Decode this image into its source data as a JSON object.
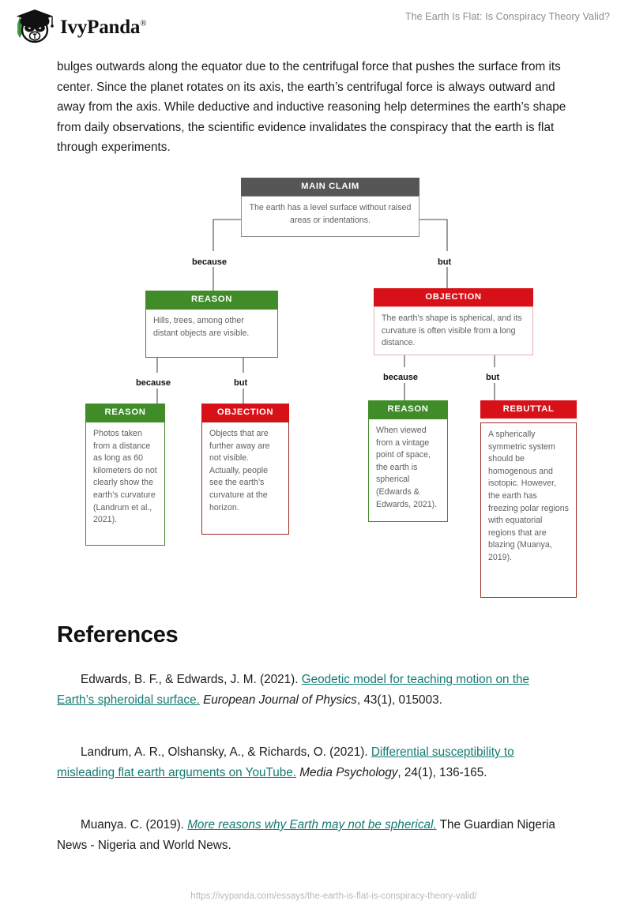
{
  "header": {
    "brand": "IvyPanda",
    "brand_mark": "®",
    "logo_icon": "panda-graduate-logo",
    "title": "The Earth Is Flat: Is Conspiracy Theory Valid?"
  },
  "main": {
    "paragraph": "bulges outwards along the equator due to the centrifugal force that pushes the surface from its center. Since the planet rotates on its axis, the earth’s centrifugal force is always outward and away from the axis. While deductive and inductive reasoning help determines the earth’s shape from daily observations, the scientific evidence invalidates the conspiracy that the earth is flat through experiments."
  },
  "diagram": {
    "nodes": {
      "main_claim": {
        "head": "MAIN CLAIM",
        "body": "The earth has a level surface without raised areas or indentations."
      },
      "reason_left": {
        "head": "REASON",
        "body": "Hills, trees, among other distant objects are visible."
      },
      "objection_right": {
        "head": "OBJECTION",
        "body": "The earth’s shape is spherical, and its curvature is often visible from a long distance."
      },
      "reason_l1": {
        "head": "REASON",
        "body": "Photos taken from a distance as long as 60 kilometers do not clearly show the earth’s curvature (Landrum et al., 2021)."
      },
      "objection_l2": {
        "head": "OBJECTION",
        "body": "Objects that are further away are not visible. Actually, people see the earth’s curvature at the horizon."
      },
      "reason_r1": {
        "head": "REASON",
        "body": "When viewed from a vintage point of space, the earth is spherical (Edwards & Edwards, 2021)."
      },
      "rebuttal_r2": {
        "head": "REBUTTAL",
        "body": "A spherically symmetric system should be homogenous and isotopic. However, the earth has freezing polar regions with equatorial regions that are blazing (Muanya, 2019)."
      }
    },
    "edges": {
      "because_1": "because",
      "but_1": "but",
      "because_2": "because",
      "but_2": "but",
      "because_3": "because",
      "but_3": "but"
    },
    "colors": {
      "main_claim_header": "#565656",
      "reason_header": "#3f8c29",
      "objection_header": "#d81118",
      "rebuttal_header": "#d81118"
    }
  },
  "references": {
    "heading": "References",
    "items": [
      {
        "pre": "Edwards, B. F., & Edwards, J. M. (2021). ",
        "link": "Geodetic model for teaching motion on the Earth’s spheroidal surface.",
        "journal": " European Journal of Physics",
        "post": ", 43(1), 015003.",
        "link_italic": false
      },
      {
        "pre": "Landrum, A. R., Olshansky, A., & Richards, O. (2021). ",
        "link": "Differential susceptibility to misleading flat earth arguments on YouTube.",
        "journal": " Media Psychology",
        "post": ", 24(1), 136-165.",
        "link_italic": false
      },
      {
        "pre": "Muanya. C. (2019). ",
        "link": "More reasons why Earth may not be spherical.",
        "journal": "",
        "post": " The Guardian Nigeria News - Nigeria and World News.",
        "link_italic": true
      }
    ]
  },
  "footer": {
    "url": "https://ivypanda.com/essays/the-earth-is-flat-is-conspiracy-theory-valid/"
  }
}
